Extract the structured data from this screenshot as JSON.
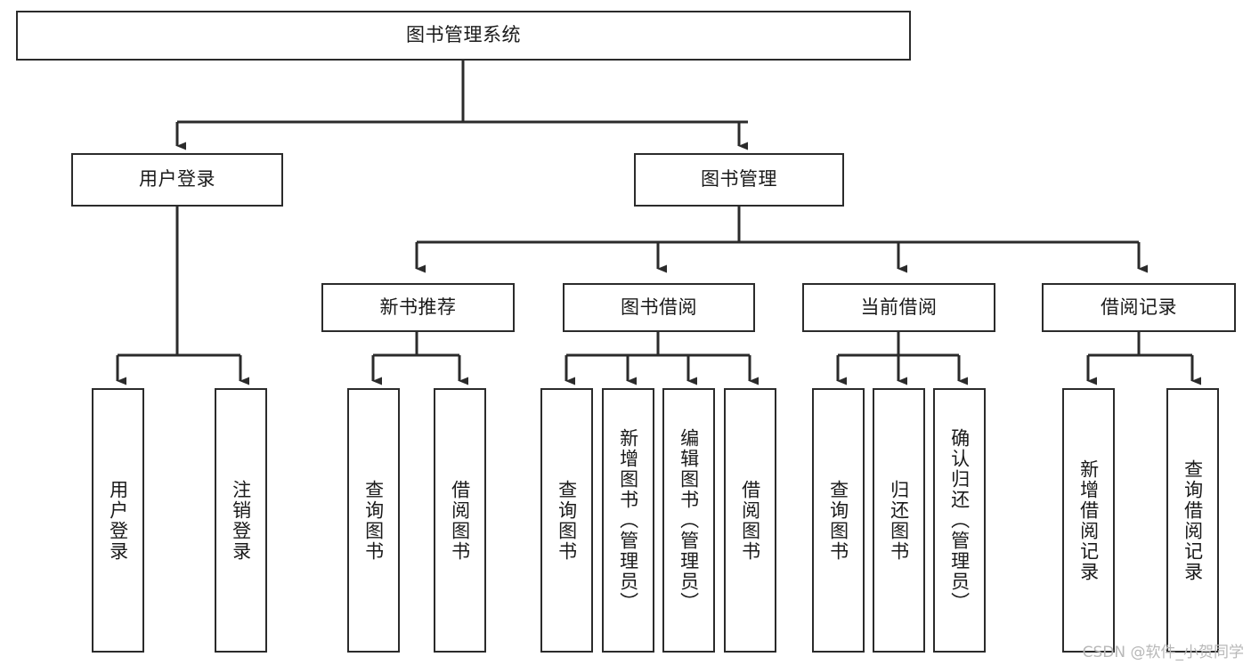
{
  "diagram": {
    "title": "图书管理系统",
    "type": "tree-hierarchy-diagram",
    "theme": {
      "stroke": "#2b2b2b",
      "fill": "#ffffff",
      "background": "#ffffff",
      "text": "#1a1a1a",
      "watermark_color": "#b8b8b8"
    },
    "root": {
      "label": "图书管理系统"
    },
    "level2": [
      {
        "label": "用户登录"
      },
      {
        "label": "图书管理"
      }
    ],
    "level3": [
      {
        "label": "新书推荐"
      },
      {
        "label": "图书借阅"
      },
      {
        "label": "当前借阅"
      },
      {
        "label": "借阅记录"
      }
    ],
    "leaves": {
      "user_login": [
        {
          "label": "用户登录"
        },
        {
          "label": "注销登录"
        }
      ],
      "new_book_recommend": [
        {
          "label": "查询图书"
        },
        {
          "label": "借阅图书"
        }
      ],
      "book_borrow": [
        {
          "label": "查询图书"
        },
        {
          "label": "新增图书（管理员）"
        },
        {
          "label": "编辑图书（管理员）"
        },
        {
          "label": "借阅图书"
        }
      ],
      "current_borrow": [
        {
          "label": "查询图书"
        },
        {
          "label": "归还图书"
        },
        {
          "label": "确认归还（管理员）"
        }
      ],
      "borrow_record": [
        {
          "label": "新增借阅记录"
        },
        {
          "label": "查询借阅记录"
        }
      ]
    },
    "watermark": "CSDN @软件_小贺同学"
  }
}
